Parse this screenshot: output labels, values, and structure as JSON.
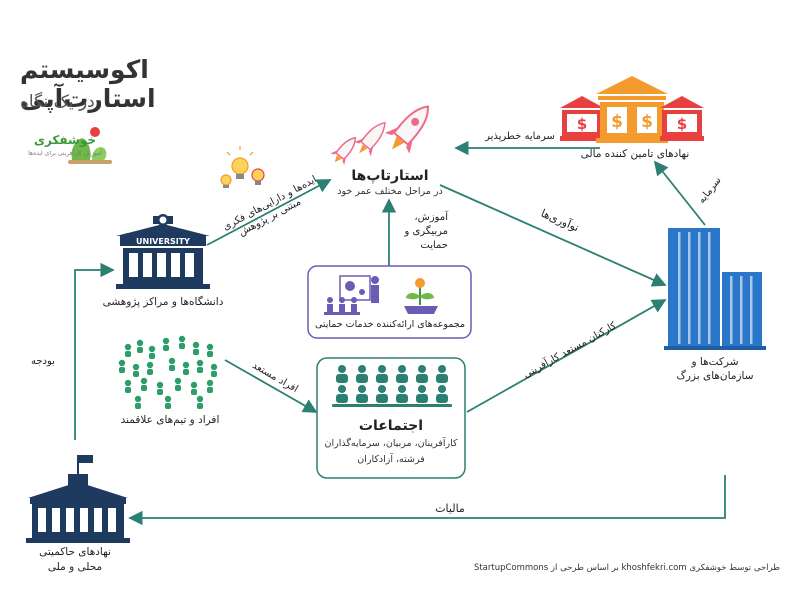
{
  "header": {
    "title": "اکوسیستم استارت‌آپی",
    "subtitle": "در یک نگاه"
  },
  "brand": {
    "name": "خوشفکری",
    "tagline": "آموزش کارآفرینی برای ایده‌ها"
  },
  "nodes": {
    "startups": {
      "title": "استارتاپ‌ها",
      "subtitle": "در مراحل مختلف عمر خود"
    },
    "funding": {
      "title": "نهادهای تامین کننده مالی"
    },
    "universities": {
      "title": "دانشگاه‌ها و مراکز پژوهشی"
    },
    "support": {
      "title": "مجموعه‌های ارائه‌کننده خدمات حمایتی"
    },
    "companies": {
      "title_line1": "شرکت‌ها و",
      "title_line2": "سازمان‌های بزرگ"
    },
    "individuals": {
      "title": "افراد و تیم‌های علاقمند"
    },
    "communities": {
      "title": "اجتماعات",
      "line1": "کارآفرینان، مربیان، سرمایه‌گذاران",
      "line2": "فرشته، آزادکاران"
    },
    "government": {
      "title_line1": "نهادهای حاکمیتی",
      "title_line2": "محلی و ملی"
    }
  },
  "edge_labels": {
    "risk_capital": "سرمایه خطرپذیر",
    "ideas_line1": "ایده‌ها و دارایی‌های فکری",
    "ideas_line2": "مبتنی بر پژوهش",
    "innovations": "نوآوری‌ها",
    "capital": "سرمایه",
    "training_line1": "آموزش،",
    "training_line2": "مربیگری و",
    "training_line3": "حمایت",
    "talented": "افراد مستعد",
    "entrepreneurial_staff": "کارکنان مستعد کارآفرینی",
    "budget": "بودجه",
    "taxes": "مالیات"
  },
  "credit": "طراحی توسط خوشفکری khoshfekri.com بر اساس طرحی از StartupCommons",
  "colors": {
    "teal": "#2c7f73",
    "navy": "#1e3a5f",
    "red": "#e8403f",
    "orange": "#f39c2d",
    "blue": "#2a76c9",
    "purple": "#6b5bb5",
    "rocket_pink": "#f06a8a"
  }
}
